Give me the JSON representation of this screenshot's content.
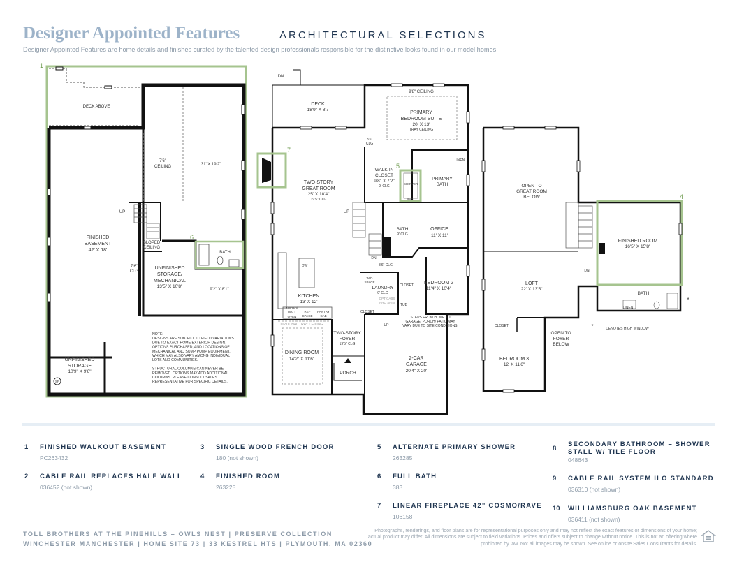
{
  "header": {
    "title": "Designer Appointed Features",
    "subtitle": "ARCHITECTURAL SELECTIONS",
    "intro": "Designer Appointed Features are home details and finishes curated by the talented design professionals responsible for the distinctive looks found in our model homes."
  },
  "colors": {
    "highlight": "#a6c48f",
    "wall": "#111111",
    "heading": "#1f3550",
    "muted": "#8c9aa8"
  },
  "plan": {
    "markers": [
      "1",
      "4",
      "5",
      "6",
      "7"
    ],
    "basement": {
      "deck_above": "DECK ABOVE",
      "ceiling": [
        "7'6\"",
        "CEILING"
      ],
      "room_dim": "31' X 19'2\"",
      "finished_basement": [
        "FINISHED",
        "BASEMENT",
        "42' X 18'"
      ],
      "up": "UP",
      "sloped": [
        "SLOPED",
        "CEILING"
      ],
      "clg": [
        "7'6\"",
        "CLG"
      ],
      "storage": [
        "UNFINISHED",
        "STORAGE/",
        "MECHANICAL",
        "13'5\" X 10'8\""
      ],
      "bath": "BATH",
      "bath_dim": "9'2\" X 8'1\"",
      "note": [
        "NOTE:",
        "DESIGNS ARE SUBJECT TO FIELD VARIATIONS",
        "DUE TO EXACT HOME EXTERIOR DESIGN,",
        "OPTIONS PURCHASED, AND LOCATIONS OF",
        "MECHANICAL AND SUMP PUMP EQUIPMENT,",
        "WHICH MAY ALSO VARY AMONG INDIVIDUAL",
        "LOTS AND COMMUNITIES.",
        "",
        "STRUCTURAL COLUMNS  CAN NEVER BE",
        "REMOVED. OPTIONS MAY ADD ADDITIONAL",
        "COLUMNS. PLEASE CONSULT SALES",
        "REPRESENTATIVE FOR SPECIFIC DETAILS."
      ],
      "unfinished_storage": [
        "UNFINISHED",
        "STORAGE",
        "10'9\" X 9'6\""
      ],
      "sp": "SP"
    },
    "main": {
      "dn": "DN",
      "deck": [
        "DECK",
        "18'9\" X 8'7"
      ],
      "primary_ceiling": "9'8\" CEILING",
      "primary_suite": [
        "PRIMARY",
        "BEDROOM SUITE",
        "20' X 13'",
        "TRAY CEILING"
      ],
      "clg_86": [
        "8'6\"",
        "CLG"
      ],
      "linen": "LINEN",
      "walkin": [
        "WALK-IN",
        "CLOSET",
        "9'8\" X 7'2\"",
        "9' CLG"
      ],
      "shower": "SHOWER",
      "seat": "SEAT",
      "primary_bath": [
        "PRIMARY",
        "BATH"
      ],
      "great_room": [
        "TWO-STORY",
        "GREAT ROOM",
        "25' X 18'4\"",
        "19'5\" CLG"
      ],
      "up": "UP",
      "bath": [
        "BATH",
        "9' CLG"
      ],
      "office": [
        "OFFICE",
        "11' X 11'"
      ],
      "dn2": "DN",
      "clg_86b": "8'6\" CLG",
      "dw": "DW",
      "wd": [
        "W/D",
        "SPACE"
      ],
      "laundry": [
        "LAUNDRY",
        "9' CLG"
      ],
      "opt_cabs": [
        "OPT CABS",
        "PRO SPIN"
      ],
      "closet": "CLOSET",
      "tub": "TUB",
      "bedroom2": [
        "BEDROOM 2",
        "11'4\" X 10'4\""
      ],
      "kitchen": [
        "KITCHEN",
        "13' X 12'"
      ],
      "micro": [
        "MICRO/",
        "WALL",
        "OVEN"
      ],
      "ref": [
        "REF",
        "SPACE"
      ],
      "pantry": [
        "PANTRY",
        "CAB"
      ],
      "closet2": "CLOSET",
      "steps": [
        "STEPS FROM HOME TO",
        "GARAGE/ PORCH/ PATIO MAY",
        "VARY DUE TO SITE CONDITIONS."
      ],
      "tray": "OPTIONAL TRAY CEILING",
      "dining": [
        "DINING ROOM",
        "14'2\" X 11'6\""
      ],
      "foyer": [
        "TWO-STORY",
        "FOYER",
        "19'5\" CLG"
      ],
      "garage": [
        "2-CAR",
        "GARAGE",
        "20'4\" X 20'"
      ],
      "porch": "PORCH",
      "up2": "UP"
    },
    "upper": {
      "open_great": [
        "OPEN TO",
        "GREAT ROOM",
        "BELOW"
      ],
      "finished_room": [
        "FINISHED ROOM",
        "16'5\" X 15'8\""
      ],
      "loft": [
        "LOFT",
        "22' X 13'5\""
      ],
      "dn": "DN",
      "bath": "BATH",
      "linen": "LINEN",
      "star": "*",
      "high_window": "DENOTES HIGH WINDOW",
      "closet": "CLOSET",
      "open_foyer": [
        "OPEN TO",
        "FOYER",
        "BELOW"
      ],
      "bedroom3": [
        "BEDROOM 3",
        "12' X 11'6\""
      ]
    }
  },
  "features": [
    {
      "num": "1",
      "name": "FINISHED WALKOUT BASEMENT",
      "code": "PC263432"
    },
    {
      "num": "2",
      "name": "CABLE RAIL REPLACES HALF WALL",
      "code": "036452 (not shown)"
    },
    {
      "num": "3",
      "name": "SINGLE WOOD FRENCH DOOR",
      "code": "180 (not shown)"
    },
    {
      "num": "4",
      "name": "FINISHED ROOM",
      "code": "263225"
    },
    {
      "num": "5",
      "name": "ALTERNATE PRIMARY SHOWER",
      "code": "263285"
    },
    {
      "num": "6",
      "name": "FULL BATH",
      "code": "383"
    },
    {
      "num": "7",
      "name": "LINEAR FIREPLACE 42\" COSMO/RAVE",
      "code": "106158"
    },
    {
      "num": "8",
      "name": "SECONDARY BATHROOM – SHOWER STALL W/ TILE FLOOR",
      "code": "048643"
    },
    {
      "num": "9",
      "name": "CABLE RAIL SYSTEM ILO STANDARD",
      "code": "036310 (not shown)"
    },
    {
      "num": "10",
      "name": "WILLIAMSBURG OAK BASEMENT",
      "code": "036411 (not shown)"
    }
  ],
  "footer": {
    "line1": "TOLL BROTHERS AT THE PINEHILLS – OWLS NEST  |  PRESERVE COLLECTION",
    "line2": "WINCHESTER MANCHESTER  |  HOME SITE 73  |  33 KESTREL HTS  |  PLYMOUTH, MA 02360",
    "disclaimer": "Photographs, renderings, and floor plans are for representational purposes only and may not reflect the exact features or dimensions of your home; actual product may differ. All dimensions are subject to field variations. Prices and offers subject to change without notice. This is not an offering where prohibited by law. Not all images may be shown. See online or onsite Sales Consultants for details."
  }
}
